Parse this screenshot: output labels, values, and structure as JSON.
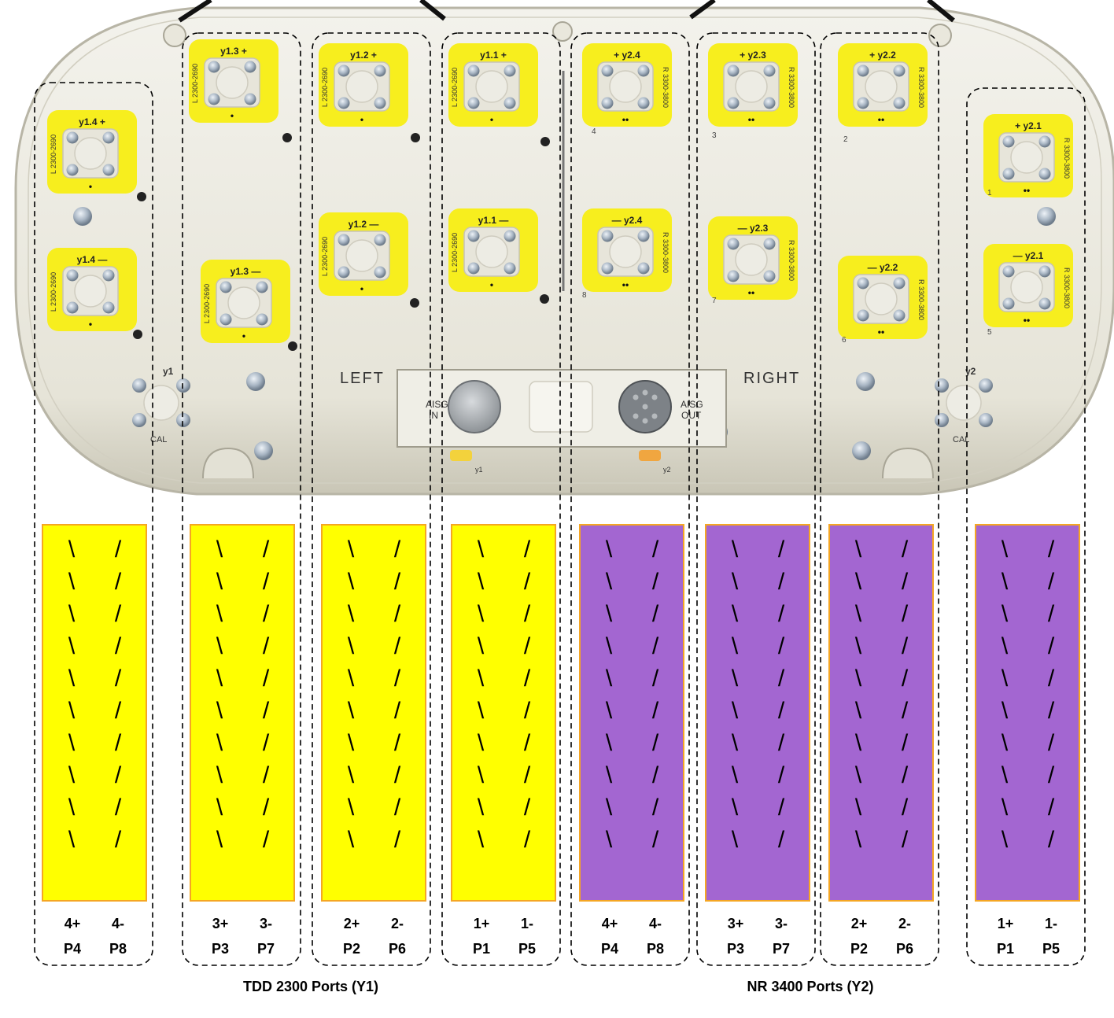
{
  "antenna": {
    "ports": [
      {
        "label": "y1.4 +",
        "band": "L 2300-2690",
        "dots": "•"
      },
      {
        "label": "y1.4 —",
        "band": "L 2300-2690",
        "dots": "•"
      },
      {
        "label": "y1.3 +",
        "band": "L 2300-2690",
        "dots": "•"
      },
      {
        "label": "y1.3 —",
        "band": "L 2300-2690",
        "dots": "•"
      },
      {
        "label": "y1.2 +",
        "band": "L 2300-2690",
        "dots": "•"
      },
      {
        "label": "y1.2 —",
        "band": "L 2300-2690",
        "dots": "•"
      },
      {
        "label": "y1.1 +",
        "band": "L 2300-2690",
        "dots": "•"
      },
      {
        "label": "y1.1 —",
        "band": "L 2300-2690",
        "dots": "•"
      },
      {
        "label": "+ y2.4",
        "band": "R 3300-3800",
        "dots": "••"
      },
      {
        "label": "— y2.4",
        "band": "R 3300-3800",
        "dots": "••"
      },
      {
        "label": "+ y2.3",
        "band": "R 3300-3800",
        "dots": "••"
      },
      {
        "label": "— y2.3",
        "band": "R 3300-3800",
        "dots": "••"
      },
      {
        "label": "+ y2.2",
        "band": "R 3300-3800",
        "dots": "••"
      },
      {
        "label": "— y2.2",
        "band": "R 3300-3800",
        "dots": "••"
      },
      {
        "label": "+ y2.1",
        "band": "R 3300-3800",
        "dots": "••"
      },
      {
        "label": "— y2.1",
        "band": "R 3300-3800",
        "dots": "••"
      }
    ],
    "small_numbers": [
      "4",
      "3",
      "2",
      "1",
      "8",
      "7",
      "6",
      "5"
    ],
    "side_left": "LEFT",
    "side_right": "RIGHT",
    "aisg_in": [
      "AISG",
      "IN"
    ],
    "aisg_out": [
      "AISG",
      "OUT"
    ],
    "cal_left_top": "y1",
    "cal_left_bottom": "CAL",
    "cal_right_top": "y2",
    "cal_right_bottom": "CAL",
    "conn_tag_left": "y1",
    "conn_tag_right": "y2"
  },
  "columns": [
    {
      "color": "yellow",
      "top": [
        "4+",
        "4-"
      ],
      "bottom": [
        "P4",
        "P8"
      ]
    },
    {
      "color": "yellow",
      "top": [
        "3+",
        "3-"
      ],
      "bottom": [
        "P3",
        "P7"
      ]
    },
    {
      "color": "yellow",
      "top": [
        "2+",
        "2-"
      ],
      "bottom": [
        "P2",
        "P6"
      ]
    },
    {
      "color": "yellow",
      "top": [
        "1+",
        "1-"
      ],
      "bottom": [
        "P1",
        "P5"
      ]
    },
    {
      "color": "purple",
      "top": [
        "4+",
        "4-"
      ],
      "bottom": [
        "P4",
        "P8"
      ]
    },
    {
      "color": "purple",
      "top": [
        "3+",
        "3-"
      ],
      "bottom": [
        "P3",
        "P7"
      ]
    },
    {
      "color": "purple",
      "top": [
        "2+",
        "2-"
      ],
      "bottom": [
        "P2",
        "P6"
      ]
    },
    {
      "color": "purple",
      "top": [
        "1+",
        "1-"
      ],
      "bottom": [
        "P1",
        "P5"
      ]
    }
  ],
  "footer": {
    "left": "TDD 2300 Ports (Y1)",
    "right": "NR 3400 Ports (Y2)"
  },
  "colors": {
    "yellow": "#ffff00",
    "purple": "#a366d1",
    "panel_edge": "#f5a623",
    "housing": "#eae8dd",
    "port_yellow": "#f7ee1e"
  },
  "element_glyphs": {
    "left_slash": "\\",
    "right_slash": "/"
  }
}
